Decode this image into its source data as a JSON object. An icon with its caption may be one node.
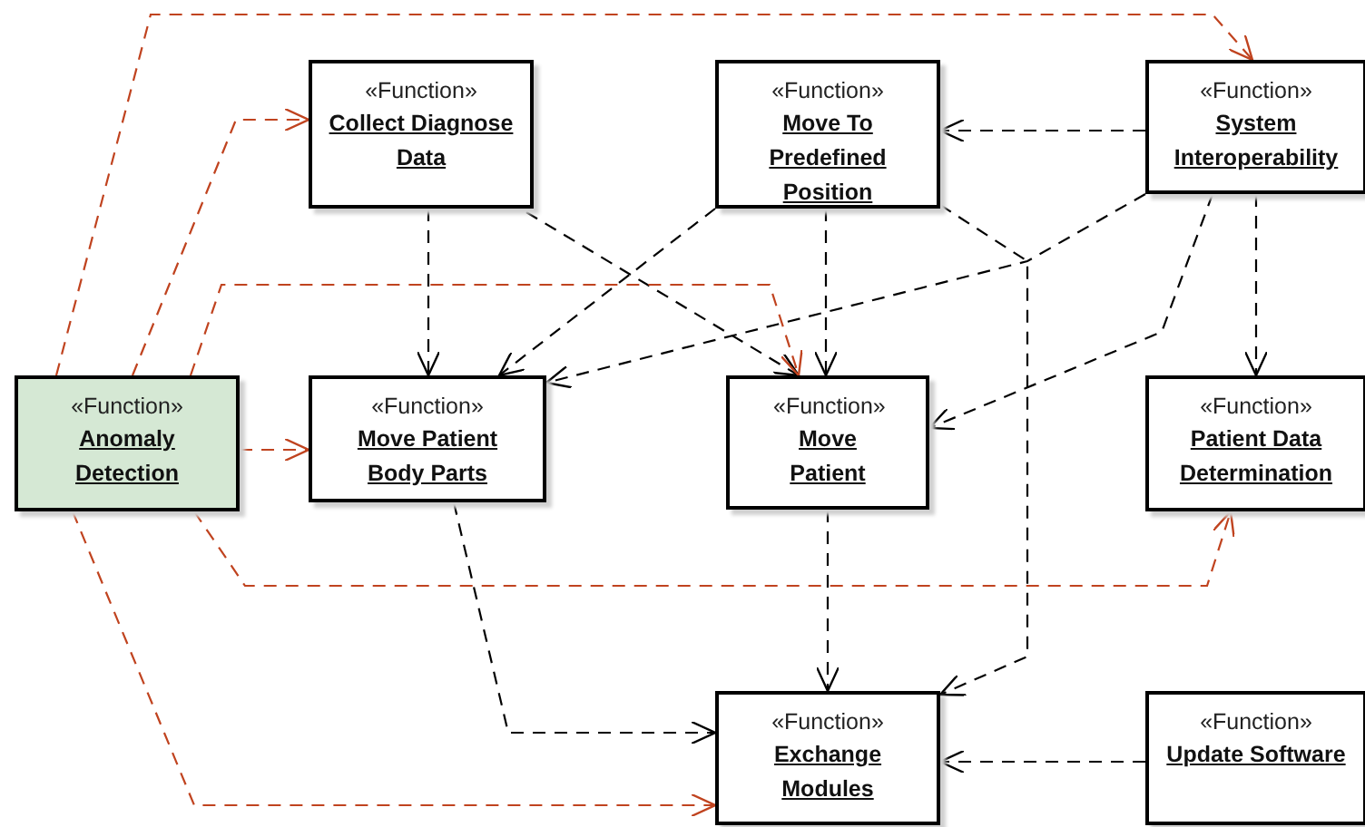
{
  "diagram": {
    "nodes": [
      {
        "text": [
          "«Function»",
          "Collect Diagnose Data"
        ]
      },
      {
        "text": [
          "«Function»",
          "Move To Predefined Position"
        ]
      },
      {
        "text": [
          "«Function»",
          "System Interoperability"
        ]
      },
      {
        "text": [
          "«Function»",
          "Anomaly Detection"
        ]
      },
      {
        "text": [
          "«Function»",
          "Move Patient Body Parts"
        ]
      },
      {
        "text": [
          "«Function»",
          "Move Patient"
        ]
      },
      {
        "text": [
          "«Function»",
          "Patient Data Determination"
        ]
      },
      {
        "text": [
          "«Function»",
          "Exchange Modules"
        ]
      },
      {
        "text": [
          "«Function»",
          "Update Software"
        ]
      }
    ],
    "edges": [
      {
        "from": 0,
        "to": 4,
        "arrow": "to",
        "style": "dashed"
      },
      {
        "from": 0,
        "to": 5,
        "arrow": "to",
        "style": "dashed"
      },
      {
        "from": 1,
        "to": 4,
        "arrow": "to",
        "style": "dashed"
      },
      {
        "from": 1,
        "to": 5,
        "arrow": "to",
        "style": "dashed"
      },
      {
        "from": 1,
        "to": 7,
        "arrow": "to",
        "style": "dashed"
      },
      {
        "from": 2,
        "to": 1,
        "arrow": "to",
        "style": "dashed"
      },
      {
        "from": 2,
        "to": 4,
        "arrow": "to",
        "style": "dashed"
      },
      {
        "from": 2,
        "to": 5,
        "arrow": "to",
        "style": "dashed"
      },
      {
        "from": 2,
        "to": 6,
        "arrow": "to",
        "style": "dashed"
      },
      {
        "from": 4,
        "to": 7,
        "arrow": "to",
        "style": "dashed"
      },
      {
        "from": 5,
        "to": 7,
        "arrow": "to",
        "style": "dashed"
      },
      {
        "from": 8,
        "to": 7,
        "arrow": "to",
        "style": "dashed"
      },
      {
        "from": 3,
        "to": 2,
        "arrow": "to",
        "style": "dashed",
        "color": "#c0431f"
      },
      {
        "from": 3,
        "to": 0,
        "arrow": "to",
        "style": "dashed",
        "color": "#c0431f"
      },
      {
        "from": 3,
        "to": 5,
        "arrow": "to",
        "style": "dashed",
        "color": "#c0431f"
      },
      {
        "from": 3,
        "to": 4,
        "arrow": "to",
        "style": "dashed",
        "color": "#c0431f"
      },
      {
        "from": 3,
        "to": 6,
        "arrow": "to",
        "style": "dashed",
        "color": "#c0431f"
      },
      {
        "from": 3,
        "to": 7,
        "arrow": "to",
        "style": "dashed",
        "color": "#c0431f"
      }
    ]
  }
}
